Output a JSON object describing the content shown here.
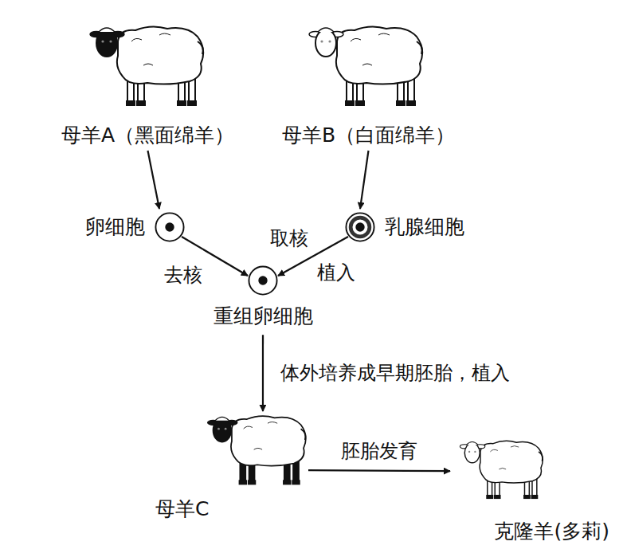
{
  "diagram": {
    "nodes": [
      {
        "text": [
          "母羊A（黑面绵羊）"
        ]
      },
      {
        "text": [
          "母羊B（白面绵羊）"
        ]
      },
      {
        "text": [
          "卵细胞"
        ]
      },
      {
        "text": [
          "乳腺细胞"
        ]
      },
      {
        "text": [
          "重组卵细胞"
        ]
      },
      {
        "text": [
          "母羊C"
        ]
      },
      {
        "text": [
          "克隆羊(多莉)"
        ]
      }
    ],
    "edges": [
      {
        "from": 0,
        "to": 2,
        "arrow": "to"
      },
      {
        "from": 1,
        "to": 3,
        "arrow": "to"
      },
      {
        "from": 2,
        "to": 4,
        "label": "去核",
        "arrow": "to"
      },
      {
        "from": 3,
        "to": 4,
        "label": "取核",
        "arrow": "to"
      },
      {
        "from": 4,
        "to": 5,
        "label": "体外培养成早期胚胎，植入",
        "arrow": "to"
      },
      {
        "from": 5,
        "to": 6,
        "label": "胚胎发育",
        "arrow": "to"
      }
    ],
    "labels": [
      "植入"
    ]
  }
}
